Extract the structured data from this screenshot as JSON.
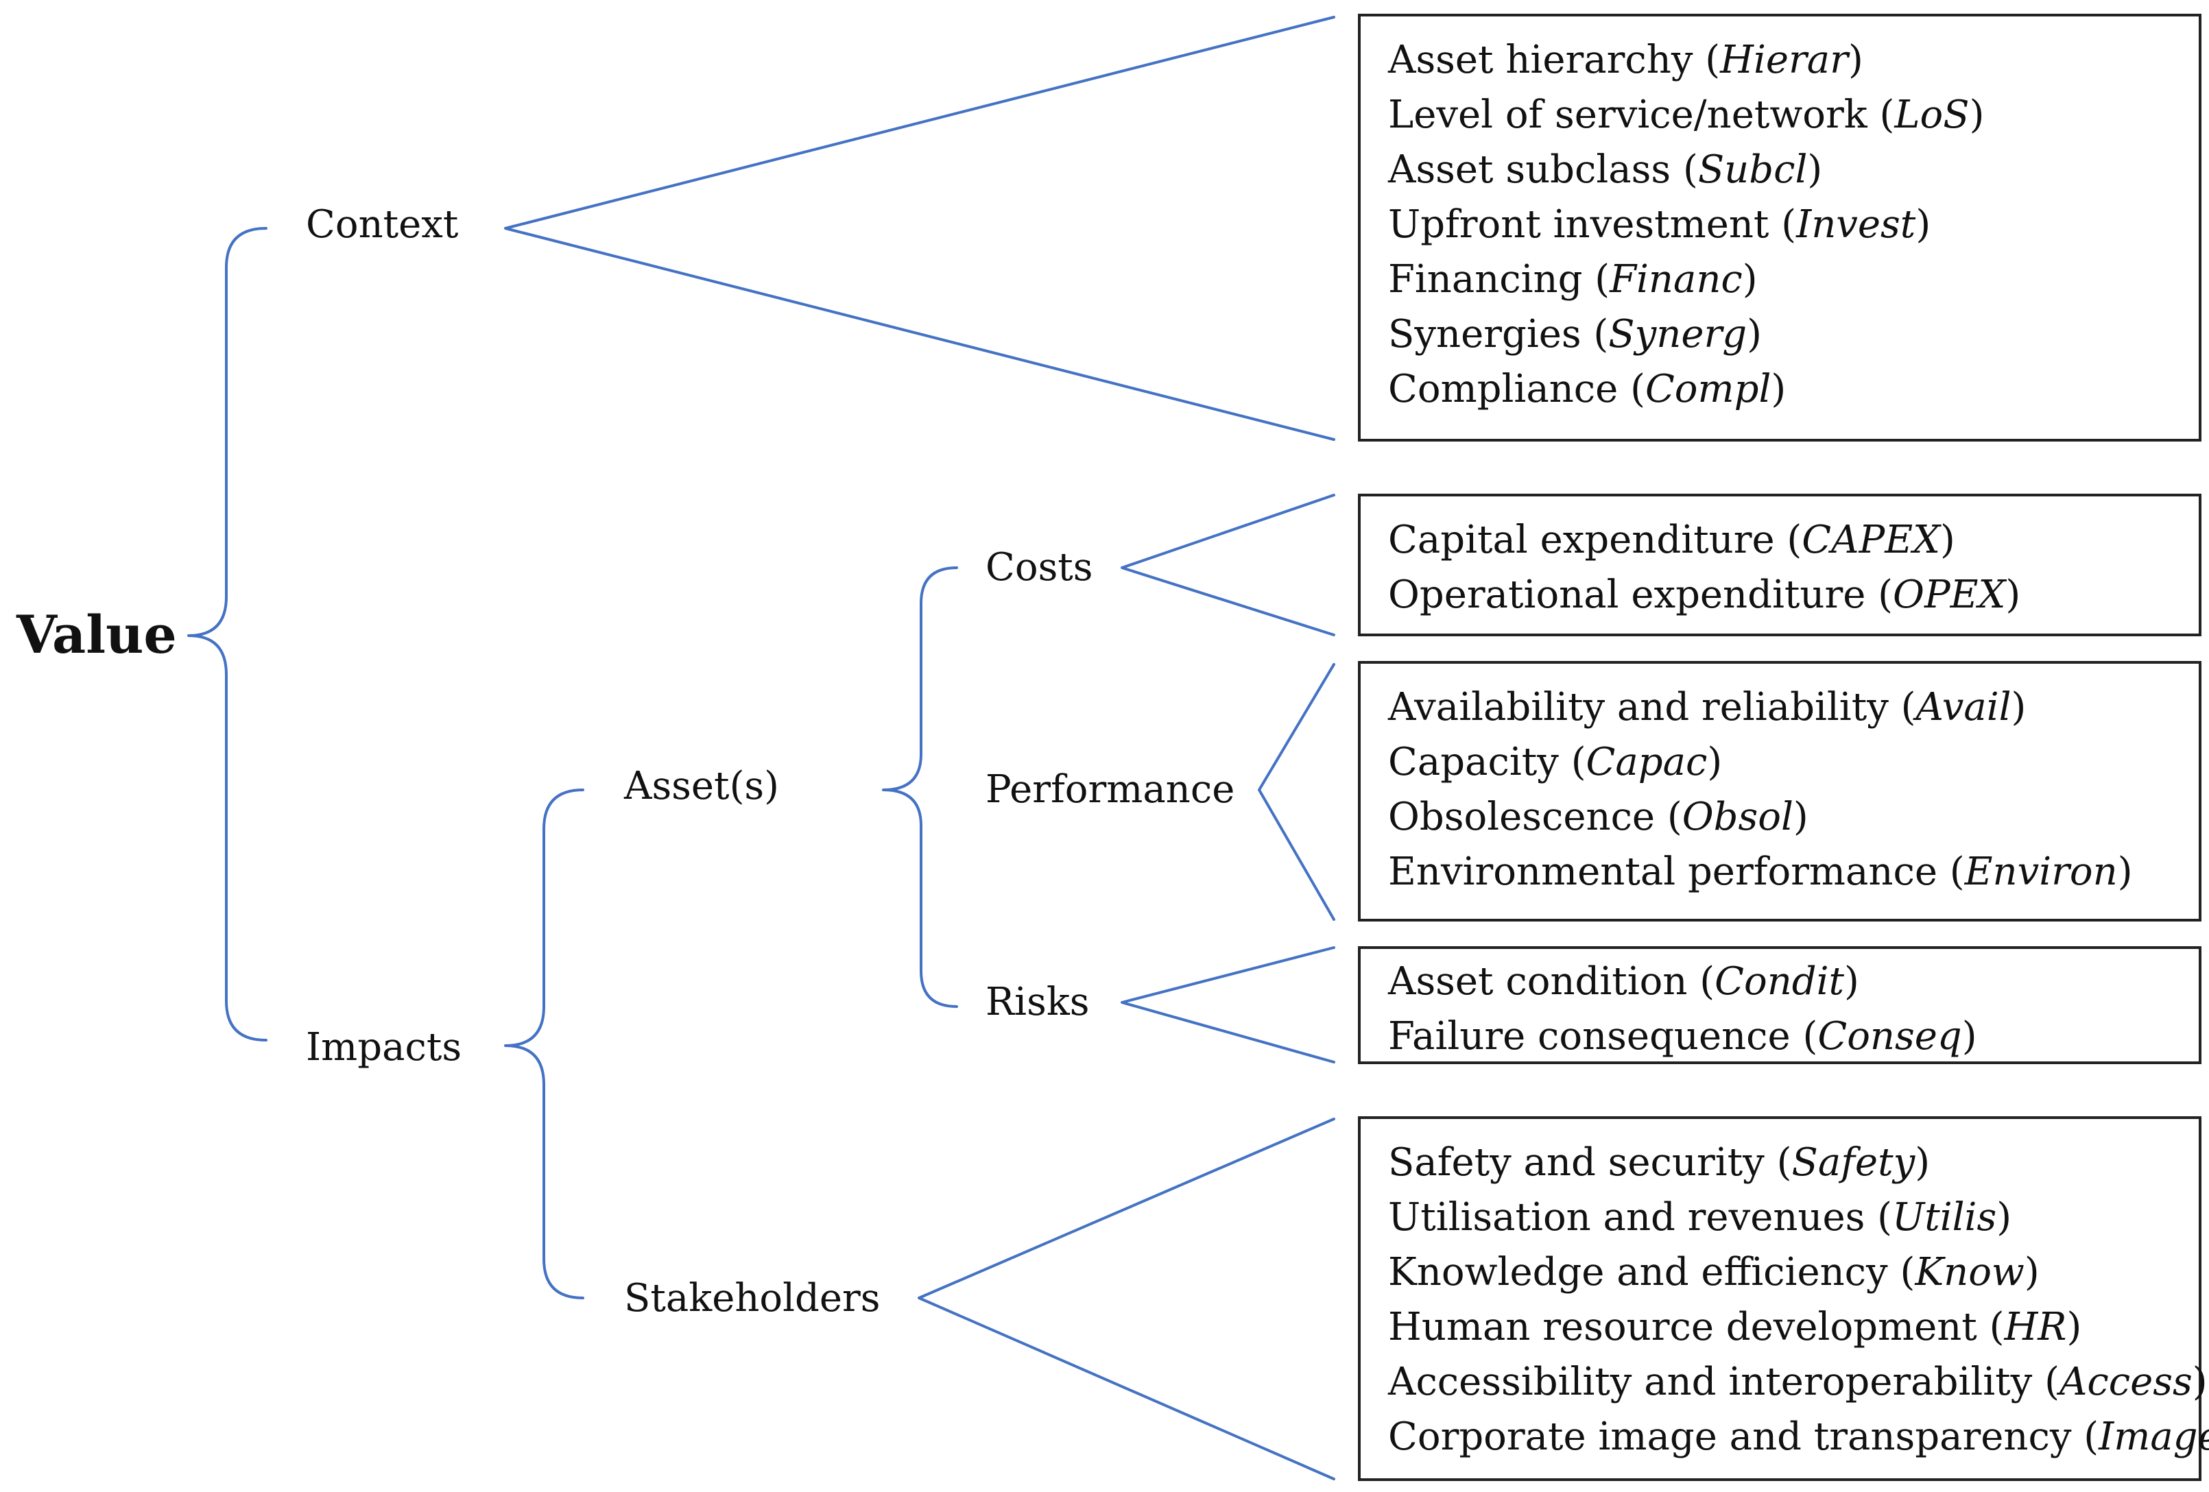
{
  "diagram": {
    "root": "Value",
    "context": {
      "label": "Context",
      "items": [
        {
          "text": "Asset hierarchy",
          "abbr": "Hierar"
        },
        {
          "text": "Level of service/network",
          "abbr": "LoS"
        },
        {
          "text": "Asset subclass",
          "abbr": "Subcl"
        },
        {
          "text": "Upfront investment",
          "abbr": "Invest"
        },
        {
          "text": "Financing",
          "abbr": "Financ"
        },
        {
          "text": "Synergies",
          "abbr": "Synerg"
        },
        {
          "text": "Compliance",
          "abbr": "Compl"
        }
      ]
    },
    "impacts": {
      "label": "Impacts",
      "assets": {
        "label": "Asset(s)",
        "costs": {
          "label": "Costs",
          "items": [
            {
              "text": "Capital expenditure",
              "abbr": "CAPEX"
            },
            {
              "text": "Operational expenditure",
              "abbr": "OPEX"
            }
          ]
        },
        "performance": {
          "label": "Performance",
          "items": [
            {
              "text": "Availability and reliability",
              "abbr": "Avail"
            },
            {
              "text": "Capacity",
              "abbr": "Capac"
            },
            {
              "text": "Obsolescence",
              "abbr": "Obsol"
            },
            {
              "text": "Environmental performance",
              "abbr": "Environ"
            }
          ]
        },
        "risks": {
          "label": "Risks",
          "items": [
            {
              "text": "Asset condition",
              "abbr": "Condit"
            },
            {
              "text": "Failure consequence",
              "abbr": "Conseq"
            }
          ]
        }
      },
      "stakeholders": {
        "label": "Stakeholders",
        "items": [
          {
            "text": "Safety and security",
            "abbr": "Safety"
          },
          {
            "text": "Utilisation and revenues",
            "abbr": "Utilis"
          },
          {
            "text": "Knowledge and efficiency",
            "abbr": "Know"
          },
          {
            "text": "Human resource development",
            "abbr": "HR"
          },
          {
            "text": "Accessibility and interoperability",
            "abbr": "Access"
          },
          {
            "text": "Corporate image and transparency",
            "abbr": "Image"
          }
        ]
      }
    },
    "colors": {
      "connector": "#4472C4",
      "box_border": "#222222",
      "text": "#111111"
    }
  }
}
